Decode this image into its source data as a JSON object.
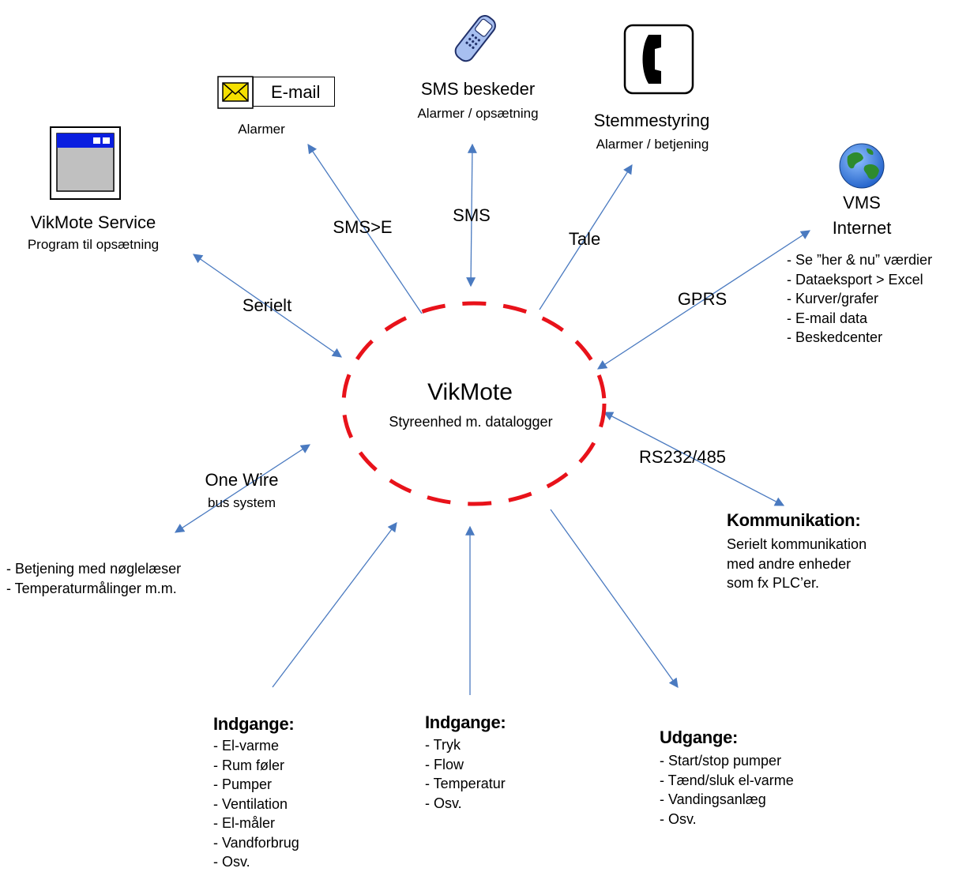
{
  "center": {
    "title": "VikMote",
    "subtitle": "Styreenhed m. datalogger"
  },
  "nodes": {
    "service": {
      "title": "VikMote Service",
      "subtitle": "Program til opsætning"
    },
    "email": {
      "title": "E-mail",
      "subtitle": "Alarmer"
    },
    "sms": {
      "title": "SMS beskeder",
      "subtitle": "Alarmer / opsætning"
    },
    "voice": {
      "title": "Stemmestyring",
      "subtitle": "Alarmer / betjening"
    },
    "vms": {
      "title1": "VMS",
      "title2": "Internet",
      "items": [
        "- Se ”her & nu” værdier",
        "- Dataeksport > Excel",
        "- Kurver/grafer",
        "- E-mail data",
        "- Beskedcenter"
      ]
    },
    "onewire": {
      "title": "One Wire",
      "subtitle": "bus system",
      "items": [
        "- Betjening med nøglelæser",
        "- Temperaturmålinger m.m."
      ]
    },
    "comm": {
      "heading": "Kommunikation:",
      "items": [
        "Serielt kommunikation",
        "med andre enheder",
        "som fx PLC’er."
      ]
    },
    "inputs1": {
      "heading": "Indgange:",
      "items": [
        "- El-varme",
        "- Rum føler",
        "- Pumper",
        "- Ventilation",
        "- El-måler",
        "- Vandforbrug",
        "- Osv."
      ]
    },
    "inputs2": {
      "heading": "Indgange:",
      "items": [
        "- Tryk",
        "- Flow",
        "- Temperatur",
        "- Osv."
      ]
    },
    "outputs": {
      "heading": "Udgange:",
      "items": [
        "- Start/stop pumper",
        "- Tænd/sluk el-varme",
        "- Vandingsanlæg",
        "- Osv."
      ]
    }
  },
  "link_labels": {
    "serial": "Serielt",
    "sms_e": "SMS>E",
    "sms": "SMS",
    "voice": "Tale",
    "gprs": "GPRS",
    "rs": "RS232/485"
  },
  "colors": {
    "arrow": "#4a7ac0",
    "ellipse": "#e8121a",
    "window_bar": "#0a1ee0",
    "window_body": "#c0c0c0",
    "envelope": "#f5e000",
    "globe_land": "#2e8b2e",
    "globe_sea": "#1f5fc8"
  },
  "icons": [
    "window-icon",
    "envelope-icon",
    "mobile-phone-icon",
    "telephone-icon",
    "globe-icon"
  ]
}
